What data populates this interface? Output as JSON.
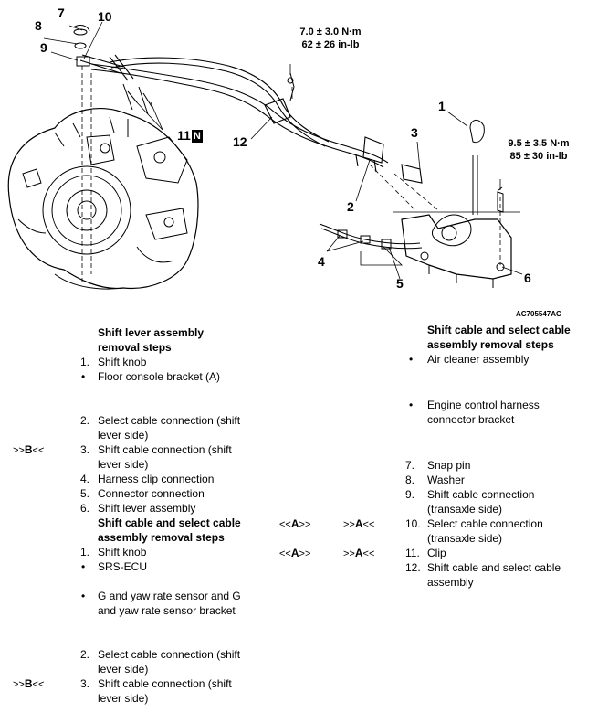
{
  "figure": {
    "code": "AC705547AC",
    "torque_top": {
      "line1": "7.0 ± 3.0 N·m",
      "line2": "62 ± 26 in-lb"
    },
    "torque_right": {
      "line1": "9.5 ± 3.5 N·m",
      "line2": "85 ± 30 in-lb"
    },
    "callouts": [
      "1",
      "2",
      "3",
      "4",
      "5",
      "6",
      "7",
      "8",
      "9",
      "10",
      "11",
      "12"
    ],
    "badge_N": "N"
  },
  "left": {
    "section1_title": [
      "Shift lever assembly",
      "removal steps"
    ],
    "section1_steps": [
      {
        "marker": "1.",
        "lines": [
          "Shift knob"
        ]
      },
      {
        "marker": "•",
        "lines": [
          "Floor console bracket (A)"
        ]
      },
      {
        "marker": "2.",
        "lines": [
          "Select cable connection (shift",
          "lever side)"
        ]
      },
      {
        "marker": "3.",
        "lines": [
          "Shift cable connection (shift",
          "lever side)"
        ],
        "tag": "B"
      },
      {
        "marker": "4.",
        "lines": [
          "Harness clip connection"
        ]
      },
      {
        "marker": "5.",
        "lines": [
          "Connector connection"
        ]
      },
      {
        "marker": "6.",
        "lines": [
          "Shift lever assembly"
        ]
      }
    ],
    "section2_title": [
      "Shift cable and select cable",
      "assembly removal steps"
    ],
    "section2_steps": [
      {
        "marker": "1.",
        "lines": [
          "Shift knob"
        ]
      },
      {
        "marker": "•",
        "lines": [
          "SRS-ECU"
        ]
      },
      {
        "marker": "•",
        "lines": [
          "G and yaw rate sensor and G",
          "and yaw rate sensor bracket"
        ]
      },
      {
        "marker": "2.",
        "lines": [
          "Select cable connection (shift",
          "lever side)"
        ]
      },
      {
        "marker": "3.",
        "lines": [
          "Shift cable connection (shift",
          "lever side)"
        ],
        "tag": "B"
      }
    ]
  },
  "right": {
    "section_title": [
      "Shift cable and select cable",
      "assembly removal steps"
    ],
    "steps": [
      {
        "marker": "•",
        "lines": [
          "Air cleaner assembly"
        ]
      },
      {
        "marker": "•",
        "lines": [
          "Engine control harness",
          "connector bracket"
        ]
      },
      {
        "marker": "7.",
        "lines": [
          "Snap pin"
        ]
      },
      {
        "marker": "8.",
        "lines": [
          "Washer"
        ]
      },
      {
        "marker": "9.",
        "lines": [
          "Shift cable connection",
          "(transaxle side)"
        ]
      },
      {
        "marker": "10.",
        "lines": [
          "Select cable connection",
          "(transaxle side)"
        ],
        "tag": "A"
      },
      {
        "marker": "11.",
        "lines": [
          "Clip"
        ],
        "tag": "A"
      },
      {
        "marker": "12.",
        "lines": [
          "Shift cable and select cable",
          "assembly"
        ]
      }
    ]
  },
  "marks": {
    "open": ">>",
    "close": "<<",
    "alt_open": "<<",
    "alt_close": ">>"
  }
}
